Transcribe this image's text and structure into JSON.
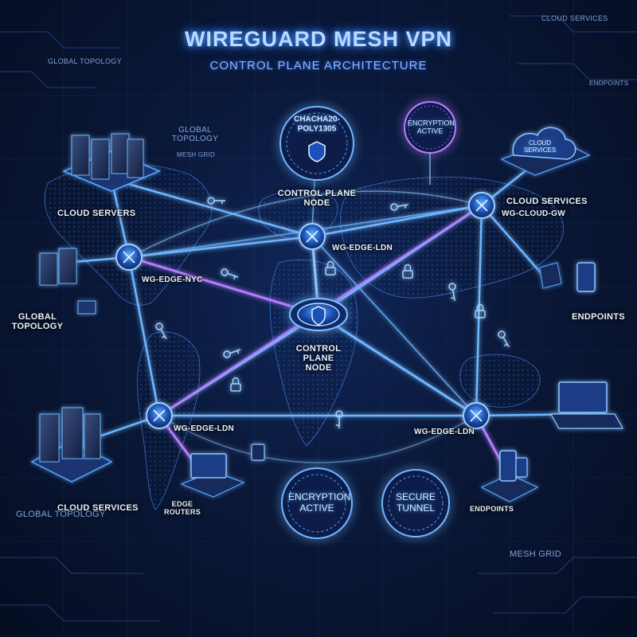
{
  "header": {
    "title": "WIREGUARD MESH VPN",
    "subtitle": "CONTROL PLANE ARCHITECTURE"
  },
  "badges": {
    "cipher": "CHACHA20-POLY1305",
    "encryption_top": "ENCRYPTION ACTIVE",
    "encryption_bottom": "ENCRYPTION ACTIVE",
    "secure_tunnel": "SECURE TUNNEL",
    "cloud_icon_text": "CLOUD SERVICES"
  },
  "labels": {
    "control_plane_top": "CONTROL PLANE NODE",
    "control_plane_center": "CONTROL PLANE NODE",
    "cloud_servers": "CLOUD SERVERS",
    "cloud_services_right": "CLOUD SERVICES",
    "cloud_gw": "WG-CLOUD-GW",
    "wg_edge_ldn_top": "WG-EDGE-LDN",
    "wg_edge_nyc": "WG-EDGE-NYC",
    "wg_edge_ldn_left": "WG-EDGE-LDN",
    "wg_edge_ldn_right": "WG-EDGE-LDN",
    "global_topology_left": "GLOBAL TOPOLOGY",
    "global_topology_top": "GLOBAL TOPOLOGY",
    "mesh_grid_top": "MESH GRID",
    "endpoints_right": "ENDPOINTS",
    "cloud_services_bottom": "CLOUD SERVICES",
    "edge_routers": "EDGE ROUTERS",
    "endpoints_bottom": "ENDPOINTS",
    "global_topology_bottom": "GLOBAL TOPOLOGY",
    "mesh_grid_bottom": "MESH GRID",
    "global_topology_corner": "GLOBAL TOPOLOGY",
    "cloud_services_corner": "CLOUD SERVICES",
    "endpoints_corner": "ENDPOINTS"
  },
  "colors": {
    "link": "#6fb6ff",
    "link_violet": "#b67bff",
    "node_glow": "#4da3ff",
    "accent": "#39c8ff"
  },
  "icons": [
    "server-rack-icon",
    "router-icon",
    "shield-icon",
    "key-icon",
    "lock-icon",
    "laptop-icon",
    "phone-icon",
    "cloud-icon"
  ]
}
